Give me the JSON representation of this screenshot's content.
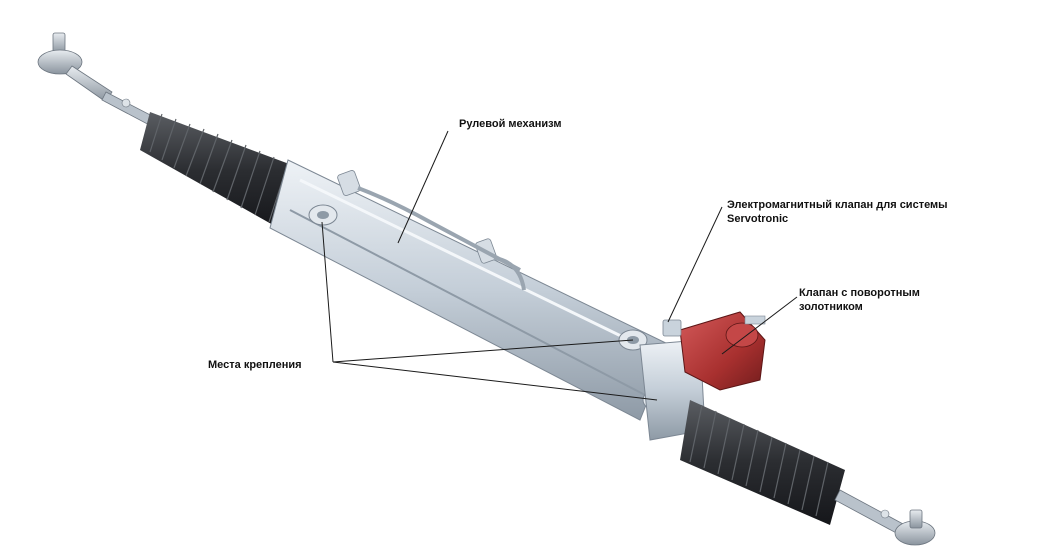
{
  "labels": {
    "steering_gear": "Рулевой механизм",
    "solenoid_valve_line1": "Электромагнитный клапан для системы",
    "solenoid_valve_line2": "Servotronic",
    "rotary_valve_line1": "Клапан с поворотным",
    "rotary_valve_line2": "золотником",
    "mounting_points": "Места крепления"
  },
  "colors": {
    "housing": "#c9d3dc",
    "boot": "#2a2c30",
    "valve_red": "#b5393a",
    "leader": "#1a1a1a"
  }
}
